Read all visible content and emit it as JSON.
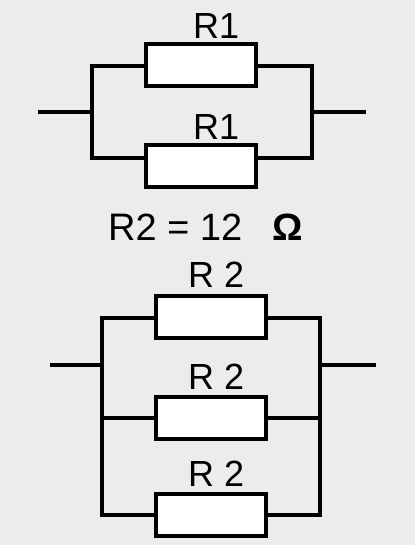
{
  "top_circuit": {
    "resistors": [
      {
        "label": "R1"
      },
      {
        "label": "R1"
      }
    ]
  },
  "value_text": "R2 = 12",
  "value_unit": "Ω",
  "bottom_circuit": {
    "resistors": [
      {
        "label": "R 2"
      },
      {
        "label": "R 2"
      },
      {
        "label": "R 2"
      }
    ]
  },
  "colors": {
    "background": "#ececec",
    "resistor_fill": "#ffffff",
    "wire": "#000000"
  }
}
